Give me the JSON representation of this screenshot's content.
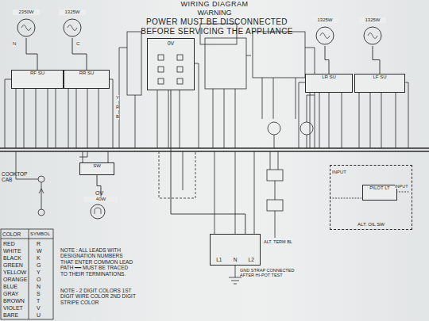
{
  "diagram": {
    "title": "WIRING DIAGRAM",
    "nodes": [
      {
        "text": [
          "2350W"
        ]
      },
      {
        "text": [
          "RF SU"
        ]
      },
      {
        "text": [
          "1325W"
        ]
      },
      {
        "text": [
          "RR SU"
        ]
      },
      {
        "text": [
          "0V"
        ]
      },
      {
        "text": [
          "1325W"
        ]
      },
      {
        "text": [
          "LR SU"
        ]
      },
      {
        "text": [
          "1325W"
        ]
      },
      {
        "text": [
          "LF SU"
        ]
      },
      {
        "text": [
          "40W"
        ]
      },
      {
        "text": [
          "SW"
        ]
      },
      {
        "text": [
          "L1",
          "N",
          "L2"
        ]
      },
      {
        "text": [
          "ALT. OIL SW"
        ]
      },
      {
        "text": [
          "PILOT LT"
        ],
        "in": 12
      }
    ],
    "edges": [
      {
        "from": 0,
        "to": 1,
        "arrow": "none"
      },
      {
        "from": 2,
        "to": 3,
        "arrow": "none"
      },
      {
        "from": 5,
        "to": 6,
        "arrow": "none"
      },
      {
        "from": 7,
        "to": 8,
        "arrow": "none"
      },
      {
        "from": 10,
        "to": 9,
        "arrow": "none"
      },
      {
        "from": 4,
        "to": 11,
        "arrow": "none"
      }
    ],
    "labels": [
      "WARNING",
      "POWER MUST BE DISCONNECTED BEFORE SERVICING THE APPLIANCE",
      "COOKTOP CAB",
      "OV",
      "COLOR",
      "SYMBOL",
      "RED",
      "R",
      "WHITE",
      "W",
      "BLACK",
      "K",
      "GREEN",
      "G",
      "YELLOW",
      "Y",
      "ORANGE",
      "O",
      "BLUE",
      "N",
      "GRAY",
      "S",
      "BROWN",
      "T",
      "VIOLET",
      "V",
      "BARE",
      "U",
      "NOTE : ALL LEADS WITH DESIGNATION NUMBERS THAT ENTER COMMON LEAD PATH ━━ MUST BE TRACED TO THEIR TERMINATIONS.",
      "NOTE - 2 DIGIT COLORS 1ST DIGIT WIRE COLOR 2ND DIGIT STRIPE COLOR",
      "GND STRAP CONNECTED AFTER HI-POT TEST",
      "ALT. TERM BL",
      "INPUT",
      "INPUT",
      "N",
      "C",
      "Y",
      "R",
      "B"
    ]
  }
}
